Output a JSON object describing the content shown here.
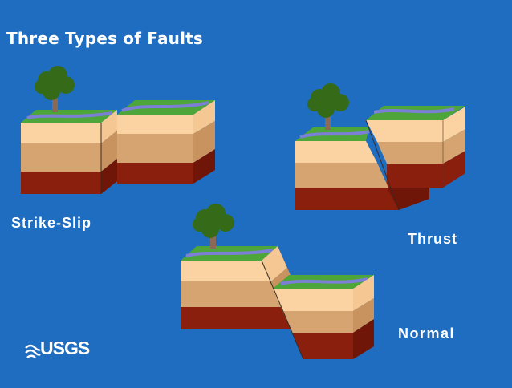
{
  "title": "Three Types of Faults",
  "faults": [
    {
      "id": "strike-slip",
      "label": "Strike-Slip"
    },
    {
      "id": "thrust",
      "label": "Thrust"
    },
    {
      "id": "normal",
      "label": "Normal"
    }
  ],
  "logo": {
    "text": "USGS"
  },
  "colors": {
    "background": "#1e6dc0",
    "grass": "#4ea53a",
    "river": "#7b7fd6",
    "layer_top": "#fbd3a2",
    "layer_mid": "#d6a471",
    "layer_bottom": "#8b1f0e",
    "tree_crown": "#356a19",
    "tree_trunk": "#8a6a55"
  }
}
